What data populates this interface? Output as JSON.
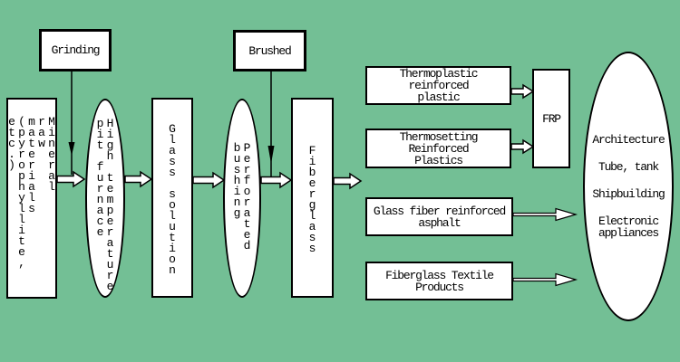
{
  "colors": {
    "background": "#73BF95",
    "node_fill": "#FFFFFF",
    "node_border": "#000000",
    "arrow_fill": "#FFFFFF"
  },
  "nodes": {
    "grinding": {
      "label": "Grinding"
    },
    "brushed": {
      "label": "Brushed"
    },
    "mineral": {
      "label": "Mineral raw materials (pyrophyllite, etc.)",
      "columns": [
        "Mineral",
        "raw",
        "materials",
        "(pyrophyllite,",
        "etc.)"
      ]
    },
    "furnace": {
      "label": "High temperature pit furnace",
      "columns": [
        "High temperature",
        "pit furnace"
      ]
    },
    "glass_solution": {
      "label": "Glass solution",
      "columns": [
        "Glass solution"
      ]
    },
    "bushing": {
      "label": "Perforated bushing",
      "columns": [
        "Perforated",
        "bushing"
      ]
    },
    "fiberglass": {
      "label": "Fiberglass",
      "columns": [
        "Fiberglass"
      ]
    },
    "thermoplastic": {
      "lines": [
        "Thermoplastic reinforced",
        "plastic"
      ]
    },
    "thermosetting": {
      "lines": [
        "Thermosetting Reinforced",
        "Plastics"
      ]
    },
    "frp": {
      "label": "FRP"
    },
    "asphalt": {
      "lines": [
        "Glass fiber reinforced",
        "asphalt"
      ]
    },
    "textile": {
      "lines": [
        "Fiberglass Textile",
        "Products"
      ]
    },
    "applications": {
      "items": [
        "Architecture",
        "Tube, tank",
        "Shipbuilding",
        "Electronic appliances"
      ]
    }
  }
}
